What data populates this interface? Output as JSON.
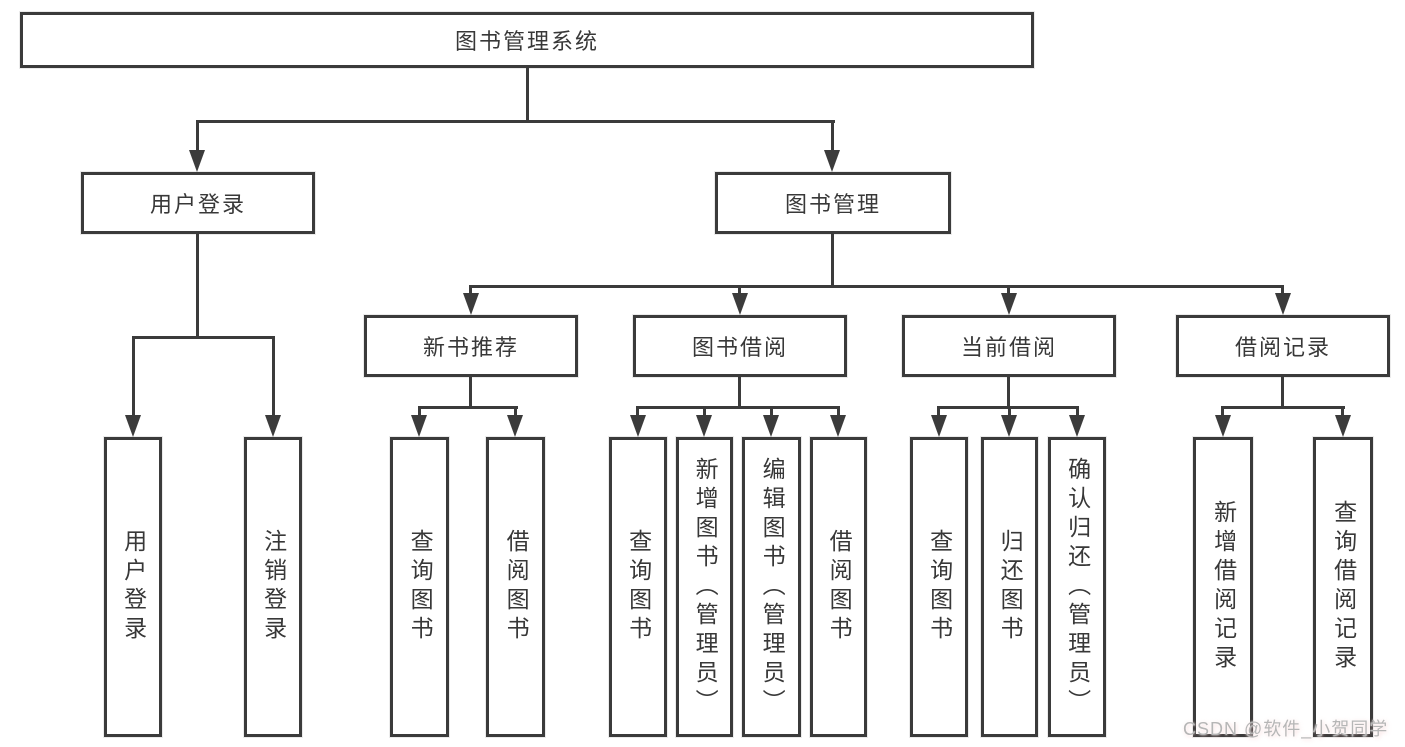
{
  "diagram": {
    "root": {
      "label": "图书管理系统"
    },
    "branches": [
      {
        "label": "用户登录",
        "children": [
          {
            "label": "用户登录"
          },
          {
            "label": "注销登录"
          }
        ]
      },
      {
        "label": "图书管理",
        "children": [
          {
            "label": "新书推荐",
            "children": [
              {
                "label": "查询图书"
              },
              {
                "label": "借阅图书"
              }
            ]
          },
          {
            "label": "图书借阅",
            "children": [
              {
                "label": "查询图书"
              },
              {
                "label": "新增图书（管理员）"
              },
              {
                "label": "编辑图书（管理员）"
              },
              {
                "label": "借阅图书"
              }
            ]
          },
          {
            "label": "当前借阅",
            "children": [
              {
                "label": "查询图书"
              },
              {
                "label": "归还图书"
              },
              {
                "label": "确认归还（管理员）"
              }
            ]
          },
          {
            "label": "借阅记录",
            "children": [
              {
                "label": "新增借阅记录"
              },
              {
                "label": "查询借阅记录"
              }
            ]
          }
        ]
      }
    ],
    "colors": {
      "line": "#3b3b3b",
      "text": "#383838",
      "background": "#ffffff",
      "watermark": "#b6b6b6"
    },
    "watermark": "CSDN @软件_小贺同学"
  }
}
